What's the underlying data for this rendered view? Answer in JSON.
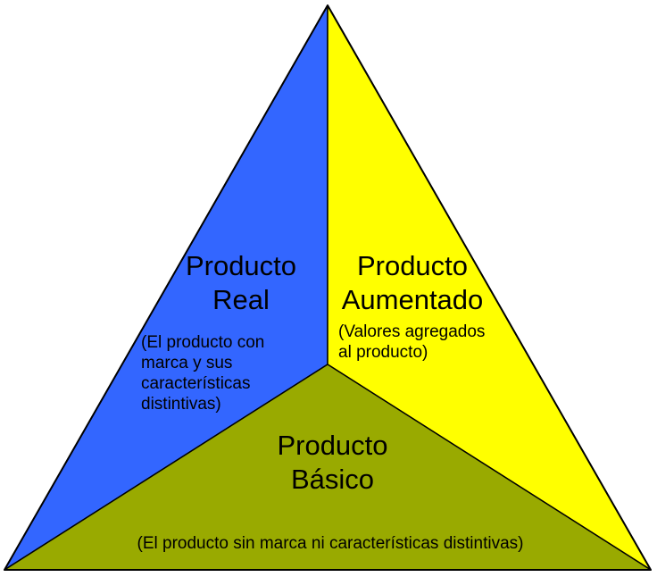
{
  "diagram": {
    "colors": {
      "real": "#3366ff",
      "augmented": "#ffff00",
      "basic": "#99aa00",
      "outline": "#000000"
    },
    "sections": {
      "real": {
        "title_line1": "Producto",
        "title_line2": "Real",
        "desc_line1": "(El producto con",
        "desc_line2": "marca y sus",
        "desc_line3": "características",
        "desc_line4": "distintivas)"
      },
      "augmented": {
        "title_line1": "Producto",
        "title_line2": "Aumentado",
        "desc_line1": "(Valores agregados",
        "desc_line2": "al producto)"
      },
      "basic": {
        "title_line1": "Producto",
        "title_line2": "Básico",
        "desc": "(El producto sin marca ni características distintivas)"
      }
    }
  }
}
